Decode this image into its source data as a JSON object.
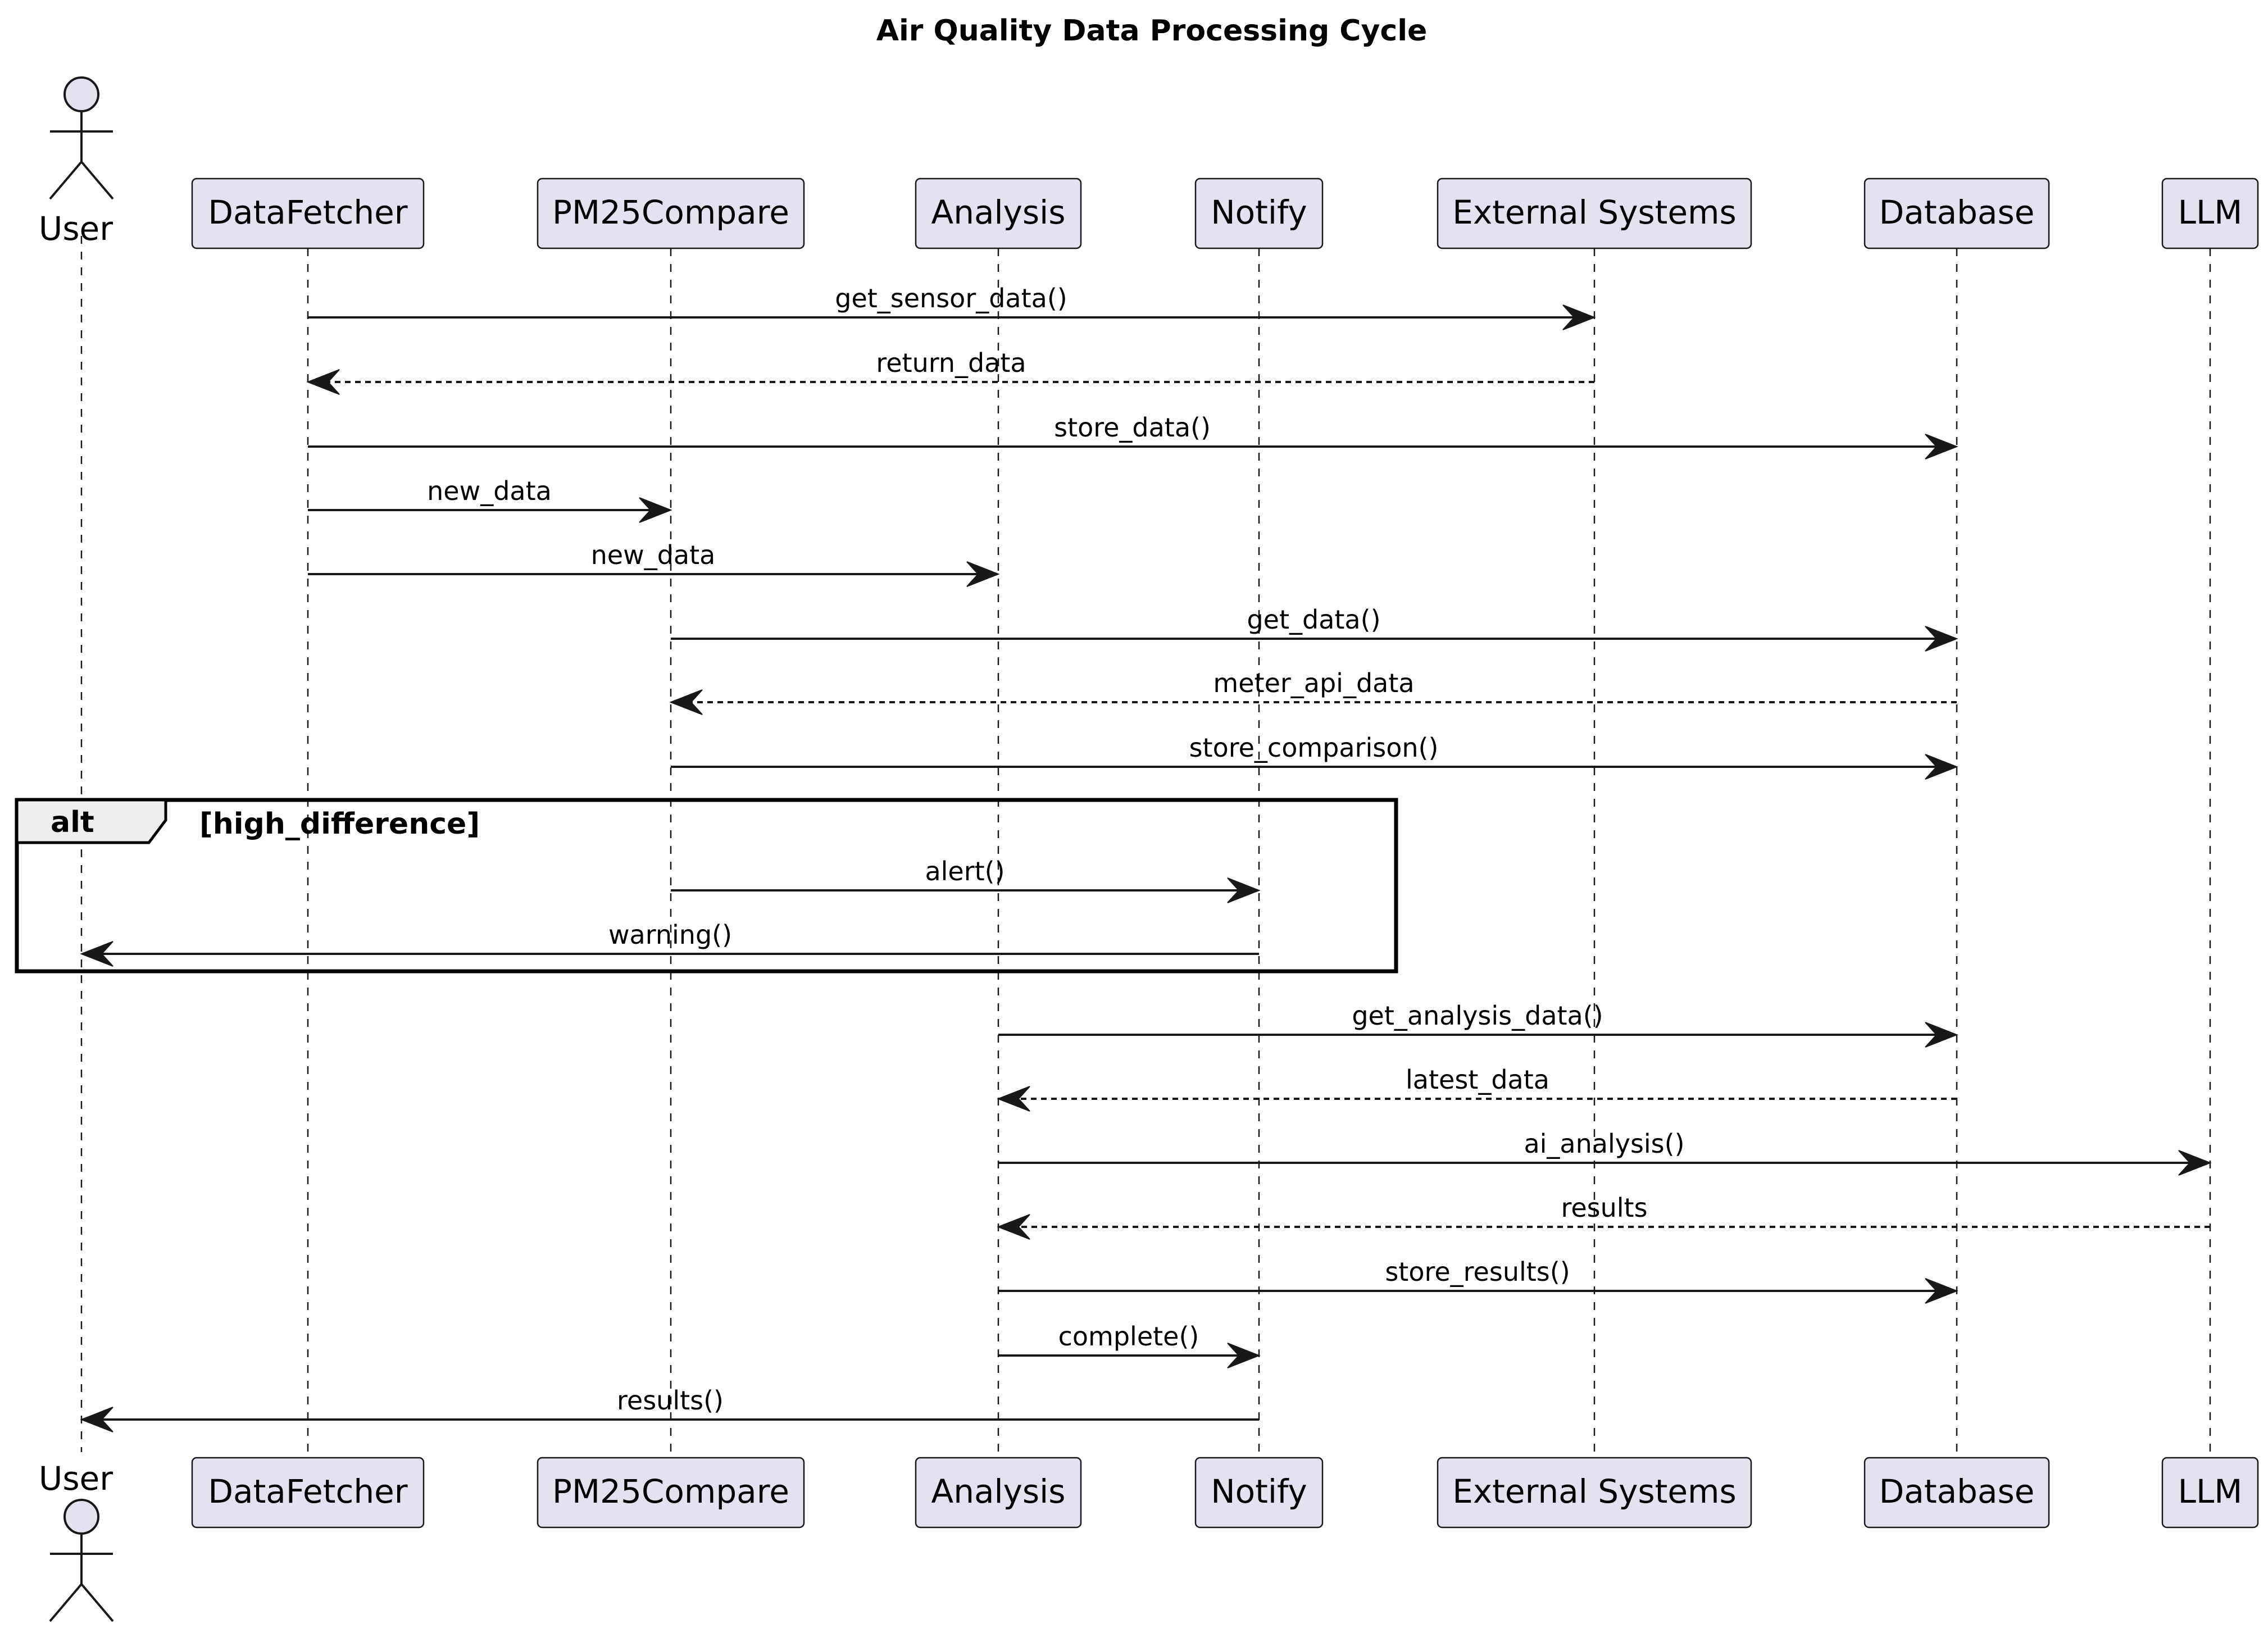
{
  "title": "Air Quality Data Processing Cycle",
  "participants": [
    {
      "id": "user",
      "name": "User",
      "kind": "actor"
    },
    {
      "id": "datafetcher",
      "name": "DataFetcher",
      "kind": "participant"
    },
    {
      "id": "pm25compare",
      "name": "PM25Compare",
      "kind": "participant"
    },
    {
      "id": "analysis",
      "name": "Analysis",
      "kind": "participant"
    },
    {
      "id": "notify",
      "name": "Notify",
      "kind": "participant"
    },
    {
      "id": "external",
      "name": "External Systems",
      "kind": "participant"
    },
    {
      "id": "database",
      "name": "Database",
      "kind": "participant"
    },
    {
      "id": "llm",
      "name": "LLM",
      "kind": "participant"
    }
  ],
  "messages": [
    {
      "from": "datafetcher",
      "to": "external",
      "label": "get_sensor_data()",
      "style": "solid"
    },
    {
      "from": "external",
      "to": "datafetcher",
      "label": "return_data",
      "style": "dashed"
    },
    {
      "from": "datafetcher",
      "to": "database",
      "label": "store_data()",
      "style": "solid"
    },
    {
      "from": "datafetcher",
      "to": "pm25compare",
      "label": "new_data",
      "style": "solid"
    },
    {
      "from": "datafetcher",
      "to": "analysis",
      "label": "new_data",
      "style": "solid"
    },
    {
      "from": "pm25compare",
      "to": "database",
      "label": "get_data()",
      "style": "solid"
    },
    {
      "from": "database",
      "to": "pm25compare",
      "label": "meter_api_data",
      "style": "dashed"
    },
    {
      "from": "pm25compare",
      "to": "database",
      "label": "store_comparison()",
      "style": "solid"
    },
    {
      "from": "pm25compare",
      "to": "notify",
      "label": "alert()",
      "style": "solid",
      "in_frame": true
    },
    {
      "from": "notify",
      "to": "user",
      "label": "warning()",
      "style": "solid",
      "in_frame": true
    },
    {
      "from": "analysis",
      "to": "database",
      "label": "get_analysis_data()",
      "style": "solid"
    },
    {
      "from": "database",
      "to": "analysis",
      "label": "latest_data",
      "style": "dashed"
    },
    {
      "from": "analysis",
      "to": "llm",
      "label": "ai_analysis()",
      "style": "solid"
    },
    {
      "from": "llm",
      "to": "analysis",
      "label": "results",
      "style": "dashed"
    },
    {
      "from": "analysis",
      "to": "database",
      "label": "store_results()",
      "style": "solid"
    },
    {
      "from": "analysis",
      "to": "notify",
      "label": "complete()",
      "style": "solid"
    },
    {
      "from": "notify",
      "to": "user",
      "label": "results()",
      "style": "solid"
    }
  ],
  "frame": {
    "keyword": "alt",
    "condition": "[high_difference]"
  }
}
